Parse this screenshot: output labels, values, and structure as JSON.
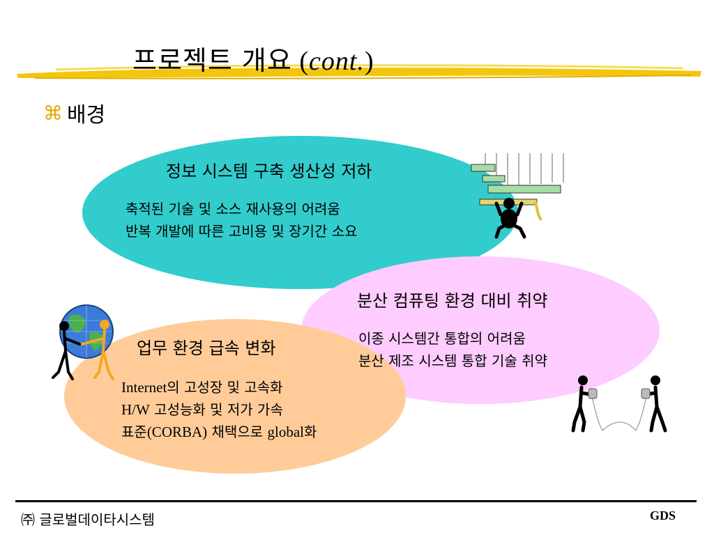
{
  "slide": {
    "title_korean": "프로젝트 개요",
    "title_open_paren": " (",
    "title_italic": "cont.",
    "title_close_paren": ")",
    "bullet_symbol": "⌘",
    "bullet_text": "배경"
  },
  "bubbles": {
    "productivity": {
      "heading": "정보 시스템 구축 생산성 저하",
      "lines": [
        "축적된 기술 및 소스 재사용의 어려움",
        "반복 개발에 따른 고비용 및 장기간 소요"
      ]
    },
    "distributed": {
      "heading": "분산 컴퓨팅 환경 대비 취약",
      "lines": [
        "이종 시스템간 통합의 어려움",
        "분산 제조 시스템 통합 기술 취약"
      ]
    },
    "business": {
      "heading": "업무 환경 급속 변화",
      "line1_en": "Internet",
      "line1_ko": "의 고성장 및 고속화",
      "line2_en": "H/W",
      "line2_ko": " 고성능화 및 저가 가속",
      "line3_ko_a": "표준",
      "line3_en_a": "(CORBA)",
      "line3_ko_b": " 채택으로 ",
      "line3_en_b": "global",
      "line3_ko_c": "화"
    }
  },
  "footer": {
    "company": "㈜ 글로벌데이타시스템",
    "logo_text": "GDS"
  },
  "colors": {
    "teal": "#33cccc",
    "pink": "#ffccff",
    "peach": "#ffcc99",
    "highlight": "#f2c300"
  }
}
